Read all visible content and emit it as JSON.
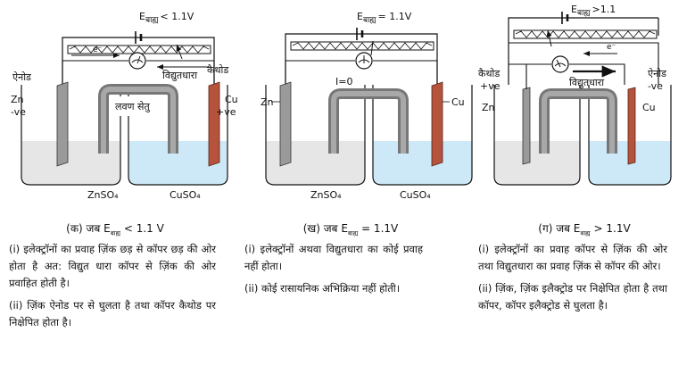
{
  "panels": [
    {
      "voltage_label": "E",
      "voltage_sub": "बाह्य",
      "voltage_value": "< 1.1V",
      "electron_label": "e⁻",
      "current_label": "विद्युतधारा",
      "left_role": "ऐनोड",
      "right_role": "कैथोड",
      "left_metal": "Zn",
      "left_sign": "-ve",
      "right_metal": "Cu",
      "right_sign": "+ve",
      "bridge_label": "लवण सेतु",
      "left_solution": "ZnSO₄",
      "right_solution": "CuSO₄",
      "caption_prefix": "(क) जब E",
      "caption_sub": "बाह्य",
      "caption_suffix": "< 1.1 V",
      "notes": [
        "(i) इलेक्ट्रॉनों का प्रवाह ज़िंक छड़ से कॉपर छड़ की ओर होता है अत: विद्युत धारा कॉपर से ज़िंक की ओर प्रवाहित होती है।",
        "(ii) ज़िंक ऐनोड पर से घुलता है तथा कॉपर कैथोड पर निक्षेपित होता है।"
      ]
    },
    {
      "voltage_label": "E",
      "voltage_sub": "बाह्य",
      "voltage_value": "= 1.1V",
      "current_zero": "I=0",
      "left_metal": "Zn",
      "right_metal": "Cu",
      "left_solution": "ZnSO₄",
      "right_solution": "CuSO₄",
      "caption_prefix": "(ख) जब E",
      "caption_sub": "बाह्य",
      "caption_suffix": "= 1.1V",
      "notes": [
        "(i) इलेक्ट्रॉनों अथवा विद्युतधारा का कोई प्रवाह नहीं होता।",
        "(ii) कोई रासायनिक अभिक्रिया नहीं होती।"
      ]
    },
    {
      "voltage_label": "E",
      "voltage_sub": "बाह्य",
      "voltage_value": ">1.1",
      "electron_label": "e⁻",
      "current_label": "विद्युतधारा",
      "left_role": "कैथोड",
      "right_role": "ऐनोड",
      "left_metal": "Zn",
      "left_sign": "+ve",
      "right_metal": "Cu",
      "right_sign": "-ve",
      "caption_prefix": "(ग) जब E",
      "caption_sub": "बाह्य",
      "caption_suffix": "> 1.1V",
      "notes": [
        "(i) इलेक्ट्रॉनों का प्रवाह कॉपर से ज़िंक की ओर तथा विद्युतधारा का प्रवाह ज़िंक से कॉपर की ओर।",
        "(ii) ज़िंक, ज़िंक इलैक्ट्रोड पर निक्षेपित होता है तथा कॉपर, कॉपर इलैक्ट्रोड से घुलता है।"
      ]
    }
  ],
  "colors": {
    "solution_zn": "#e6e6e6",
    "solution_cu": "#cde8f6",
    "copper_rod": "#b5533c",
    "zinc_rod": "#9a9a9a",
    "salt_bridge": "#8a8a8a"
  }
}
